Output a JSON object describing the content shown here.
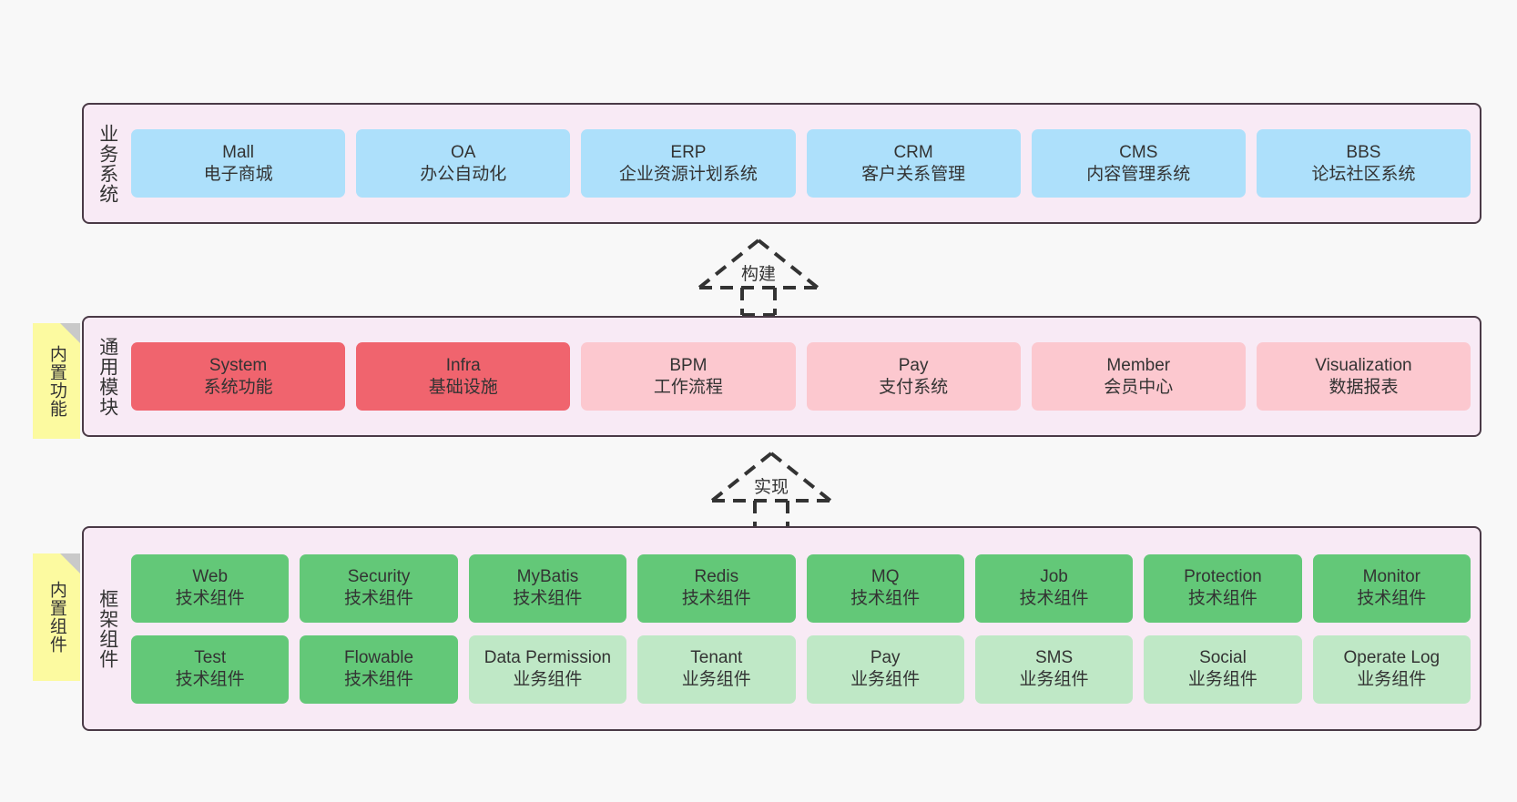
{
  "diagram": {
    "background_color": "#f8f8f8",
    "panel_bg": "#f8eaf5",
    "panel_border": "#4a3a46",
    "note_bg": "#fcfaa0",
    "colors": {
      "blue": "#ade0fb",
      "red": "#f0646e",
      "pink": "#fcc8cf",
      "green": "#63c878",
      "light_green": "#bfe8c6"
    }
  },
  "layers": {
    "business": {
      "title": "业务系统",
      "nodes": [
        {
          "en": "Mall",
          "cn": "电子商城",
          "color": "blue"
        },
        {
          "en": "OA",
          "cn": "办公自动化",
          "color": "blue"
        },
        {
          "en": "ERP",
          "cn": "企业资源计划系统",
          "color": "blue"
        },
        {
          "en": "CRM",
          "cn": "客户关系管理",
          "color": "blue"
        },
        {
          "en": "CMS",
          "cn": "内容管理系统",
          "color": "blue"
        },
        {
          "en": "BBS",
          "cn": "论坛社区系统",
          "color": "blue"
        }
      ]
    },
    "common": {
      "title": "通用模块",
      "note": "内置功能",
      "nodes": [
        {
          "en": "System",
          "cn": "系统功能",
          "color": "red"
        },
        {
          "en": "Infra",
          "cn": "基础设施",
          "color": "red"
        },
        {
          "en": "BPM",
          "cn": "工作流程",
          "color": "pink"
        },
        {
          "en": "Pay",
          "cn": "支付系统",
          "color": "pink"
        },
        {
          "en": "Member",
          "cn": "会员中心",
          "color": "pink"
        },
        {
          "en": "Visualization",
          "cn": "数据报表",
          "color": "pink"
        }
      ]
    },
    "framework": {
      "title": "框架组件",
      "note": "内置组件",
      "row1": [
        {
          "en": "Web",
          "cn": "技术组件",
          "color": "green"
        },
        {
          "en": "Security",
          "cn": "技术组件",
          "color": "green"
        },
        {
          "en": "MyBatis",
          "cn": "技术组件",
          "color": "green"
        },
        {
          "en": "Redis",
          "cn": "技术组件",
          "color": "green"
        },
        {
          "en": "MQ",
          "cn": "技术组件",
          "color": "green"
        },
        {
          "en": "Job",
          "cn": "技术组件",
          "color": "green"
        },
        {
          "en": "Protection",
          "cn": "技术组件",
          "color": "green"
        },
        {
          "en": "Monitor",
          "cn": "技术组件",
          "color": "green"
        }
      ],
      "row2": [
        {
          "en": "Test",
          "cn": "技术组件",
          "color": "green"
        },
        {
          "en": "Flowable",
          "cn": "技术组件",
          "color": "green"
        },
        {
          "en": "Data Permission",
          "cn": "业务组件",
          "color": "light_green"
        },
        {
          "en": "Tenant",
          "cn": "业务组件",
          "color": "light_green"
        },
        {
          "en": "Pay",
          "cn": "业务组件",
          "color": "light_green"
        },
        {
          "en": "SMS",
          "cn": "业务组件",
          "color": "light_green"
        },
        {
          "en": "Social",
          "cn": "业务组件",
          "color": "light_green"
        },
        {
          "en": "Operate Log",
          "cn": "业务组件",
          "color": "light_green"
        }
      ]
    }
  },
  "arrows": [
    {
      "label": "构建"
    },
    {
      "label": "实现"
    }
  ]
}
